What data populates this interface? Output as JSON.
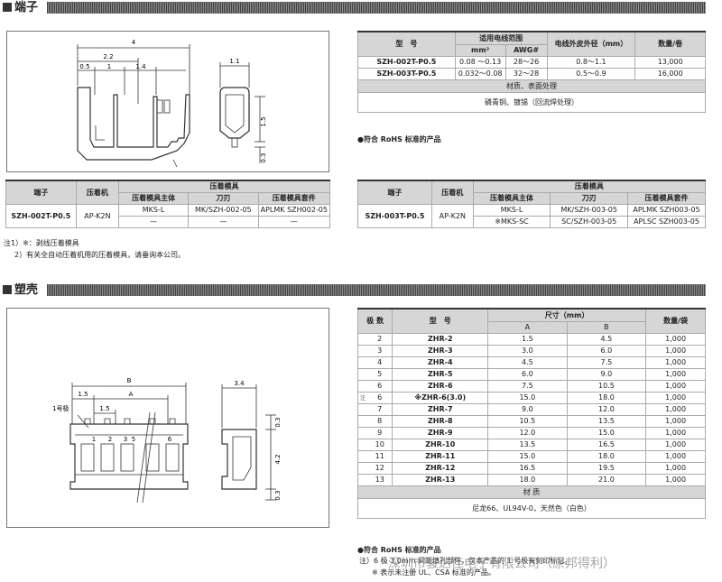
{
  "sections": {
    "terminal": {
      "title": "端子"
    },
    "housing": {
      "title": "塑壳"
    }
  },
  "terminal_drawing": {
    "dim_total": "4",
    "dim_a": "2.2",
    "dim_b": "0.5",
    "dim_c": "1",
    "dim_d": "1.4",
    "dim_e": "1.1",
    "dim_f": "1.5",
    "dim_g": "0.3"
  },
  "terminal_spec": {
    "headers": {
      "model": "型　号",
      "wire_range": "适用电线范围",
      "mm2": "mm²",
      "awg": "AWG#",
      "outer": "电线外皮外径（mm）",
      "qty": "数量/卷"
    },
    "rows": [
      {
        "model": "SZH-002T-P0.5",
        "mm2": "0.08 ～0.13",
        "awg": "28～26",
        "outer": "0.8～1.1",
        "qty": "13,000"
      },
      {
        "model": "SZH-003T-P0.5",
        "mm2": "0.032～0.08",
        "awg": "32～28",
        "outer": "0.5～0.9",
        "qty": "16,000"
      }
    ],
    "material_header": "材质、表面处理",
    "material_value": "磷青铜、镀锡（回流焊处理）"
  },
  "rohs_note_1": "●符合 RoHS 标准的产品",
  "crimp_left": {
    "headers": {
      "terminal": "端子",
      "machine": "压着机",
      "tooling": "压着模具",
      "main": "压着模具主体",
      "blade": "刀刃",
      "kit": "压着模具套件"
    },
    "rows": [
      {
        "terminal": "SZH-002T-P0.5",
        "machine": "AP-K2N",
        "main": "MKS-L",
        "blade": "MK/SZH-002-05",
        "kit": "APLMK SZH002-05"
      },
      {
        "main": "—",
        "blade": "—",
        "kit": "—"
      }
    ]
  },
  "crimp_right": {
    "headers": {
      "terminal": "端子",
      "machine": "压着机",
      "tooling": "压着模具",
      "main": "压着模具主体",
      "blade": "刀刃",
      "kit": "压着模具套件"
    },
    "rows": [
      {
        "terminal": "SZH-003T-P0.5",
        "machine": "AP-K2N",
        "main": "MKS-L",
        "blade": "MK/SZH-003-05",
        "kit": "APLMK SZH003-05"
      },
      {
        "main": "※MKS-SC",
        "blade": "SC/SZH-003-05",
        "kit": "APLSC SZH003-05"
      }
    ]
  },
  "terminal_notes": [
    "注1）※：剥线压着模具",
    "2）有关全自动压着机用的压着模具，请垂询本公司。"
  ],
  "housing_drawing": {
    "dim_b": "B",
    "dim_a": "A",
    "dim_15a": "1.5",
    "dim_15b": "1.5",
    "pin1": "1号极",
    "pins": [
      "1",
      "2",
      "3",
      "5",
      "6"
    ],
    "dim_34": "3.4",
    "dim_03a": "0.3",
    "dim_42": "4.2",
    "dim_03b": "0.3"
  },
  "housing_spec": {
    "headers": {
      "ways": "极 数",
      "model": "型　号",
      "size": "尺寸（mm）",
      "a": "A",
      "b": "B",
      "qty": "数量/袋"
    },
    "rows": [
      {
        "mark": "",
        "ways": "2",
        "model": "ZHR-2",
        "a": "1.5",
        "b": "4.5",
        "qty": "1,000"
      },
      {
        "mark": "",
        "ways": "3",
        "model": "ZHR-3",
        "a": "3.0",
        "b": "6.0",
        "qty": "1,000"
      },
      {
        "mark": "",
        "ways": "4",
        "model": "ZHR-4",
        "a": "4.5",
        "b": "7.5",
        "qty": "1,000"
      },
      {
        "mark": "",
        "ways": "5",
        "model": "ZHR-5",
        "a": "6.0",
        "b": "9.0",
        "qty": "1,000"
      },
      {
        "mark": "",
        "ways": "6",
        "model": "ZHR-6",
        "a": "7.5",
        "b": "10.5",
        "qty": "1,000"
      },
      {
        "mark": "注",
        "ways": "6",
        "model": "※ZHR-6(3.0)",
        "a": "15.0",
        "b": "18.0",
        "qty": "1,000"
      },
      {
        "mark": "",
        "ways": "7",
        "model": "ZHR-7",
        "a": "9.0",
        "b": "12.0",
        "qty": "1,000"
      },
      {
        "mark": "",
        "ways": "8",
        "model": "ZHR-8",
        "a": "10.5",
        "b": "13.5",
        "qty": "1,000"
      },
      {
        "mark": "",
        "ways": "9",
        "model": "ZHR-9",
        "a": "12.0",
        "b": "15.0",
        "qty": "1,000"
      },
      {
        "mark": "",
        "ways": "10",
        "model": "ZHR-10",
        "a": "13.5",
        "b": "16.5",
        "qty": "1,000"
      },
      {
        "mark": "",
        "ways": "11",
        "model": "ZHR-11",
        "a": "15.0",
        "b": "18.0",
        "qty": "1,000"
      },
      {
        "mark": "",
        "ways": "12",
        "model": "ZHR-12",
        "a": "16.5",
        "b": "19.5",
        "qty": "1,000"
      },
      {
        "mark": "",
        "ways": "13",
        "model": "ZHR-13",
        "a": "18.0",
        "b": "21.0",
        "qty": "1,000"
      }
    ],
    "material_header": "材 质",
    "material_value": "尼龙66、UL94V-0，天然色（白色）"
  },
  "rohs_note_2": "●符合 RoHS 标准的产品",
  "housing_notes": [
    "注）6 极 3.0mm 间距填孔部件，仅本产品的 1 号极有刻印标记。",
    "※ 表示未注册 UL、CSA 标准的产品。"
  ],
  "watermark": "深圳市骏达佳电子有限公司（原邦得利）"
}
